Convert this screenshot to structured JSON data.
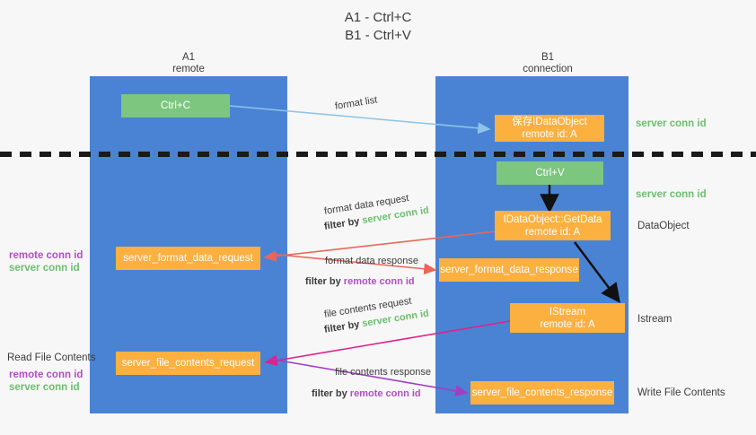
{
  "title": {
    "line1": "A1 - Ctrl+C",
    "line2": "B1 - Ctrl+V"
  },
  "columns": [
    {
      "name": "A1",
      "role": "remote"
    },
    {
      "name": "B1",
      "role": "connection"
    }
  ],
  "nodes": {
    "ctrl_c": {
      "label": "Ctrl+C",
      "color": "#7dc67f"
    },
    "save_idataobject": {
      "label": "保存IDataObject",
      "sub": "remote id: A",
      "color": "#fbb040"
    },
    "ctrl_v": {
      "label": "Ctrl+V",
      "color": "#7dc67f"
    },
    "getdata": {
      "label": "IDataObject::GetData",
      "sub": "remote id: A",
      "color": "#fbb040"
    },
    "fmt_req": {
      "label": "server_format_data_request",
      "color": "#fbb040"
    },
    "fmt_resp": {
      "label": "server_format_data_response",
      "color": "#fbb040"
    },
    "istream": {
      "label": "IStream",
      "sub": "remote id: A",
      "color": "#fbb040"
    },
    "file_req": {
      "label": "server_file_contents_request",
      "color": "#fbb040"
    },
    "file_resp": {
      "label": "server_file_contents_response",
      "color": "#fbb040"
    }
  },
  "edges": [
    {
      "name": "format-list",
      "label": "format list",
      "filter_prefix": "",
      "filter_value": ""
    },
    {
      "name": "format-data-request",
      "label": "format data request",
      "filter_prefix": "filter by",
      "filter_value": "server conn id"
    },
    {
      "name": "format-data-response",
      "label": "format data response",
      "filter_prefix": "filter by",
      "filter_value": "remote conn id"
    },
    {
      "name": "file-contents-request",
      "label": "file contents request",
      "filter_prefix": "filter by",
      "filter_value": "server conn id"
    },
    {
      "name": "file-contents-response",
      "label": "file contents response",
      "filter_prefix": "filter by",
      "filter_value": "remote conn id"
    }
  ],
  "annotations": {
    "right_server_conn_1": "server conn id",
    "right_server_conn_2": "server conn id",
    "right_dataobject": "DataObject",
    "right_istream": "Istream",
    "right_write_file": "Write File Contents",
    "left_remote_conn_1": "remote conn id",
    "left_server_conn_1": "server conn id",
    "left_read_file": "Read File Contents",
    "left_remote_conn_2": "remote conn id",
    "left_server_conn_2": "server conn id"
  },
  "colors": {
    "lane": "#4a83d4",
    "green_box": "#7dc67f",
    "orange_box": "#fbb040",
    "green_text": "#6cbf6e",
    "purple_text": "#b14fc5",
    "arrow_blue": "#8ec4e8",
    "arrow_red": "#e8675a",
    "arrow_magenta": "#e0218a",
    "arrow_purple": "#a13fc0",
    "arrow_black": "#000000",
    "dashed_line": "#1a1a1a"
  }
}
